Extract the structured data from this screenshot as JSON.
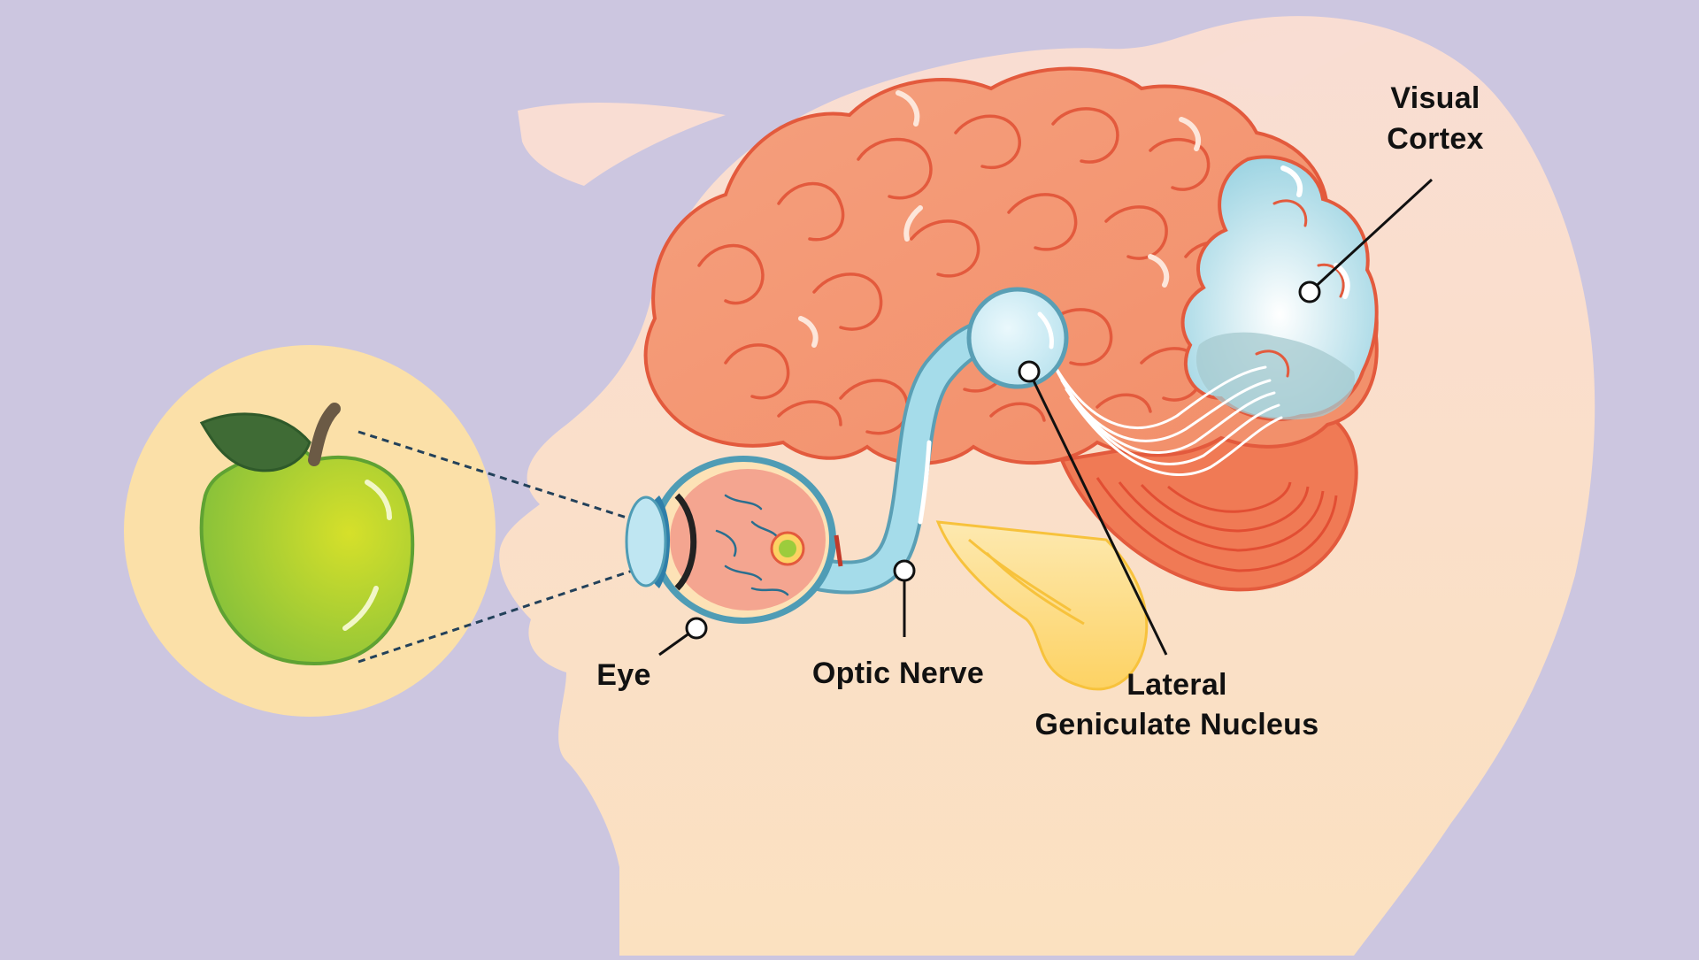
{
  "colors": {
    "background": "#ccc6e0",
    "head": "#f9decf",
    "head_lower": "#fae0c4",
    "brain": "#f39a74",
    "brain_outline": "#e35a3d",
    "visual_cortex": "#bde5ef",
    "nerve": "#8fd0e0",
    "cerebellum": "#f07a55",
    "brainstem": "#fdd46a",
    "apple": "#9ccc3c",
    "apple_circle": "#fbe0a6",
    "leaf": "#3f6b35",
    "leader_line": "#111111",
    "sight_line": "#23415a"
  },
  "labels": {
    "visual_cortex_line1": "Visual",
    "visual_cortex_line2": "Cortex",
    "eye": "Eye",
    "optic_nerve": "Optic Nerve",
    "lgn_line1": "Lateral",
    "lgn_line2": "Geniculate Nucleus"
  },
  "icons": {
    "apple": "apple-icon",
    "eye": "eyeball-cross-section-icon",
    "brain": "brain-icon"
  }
}
